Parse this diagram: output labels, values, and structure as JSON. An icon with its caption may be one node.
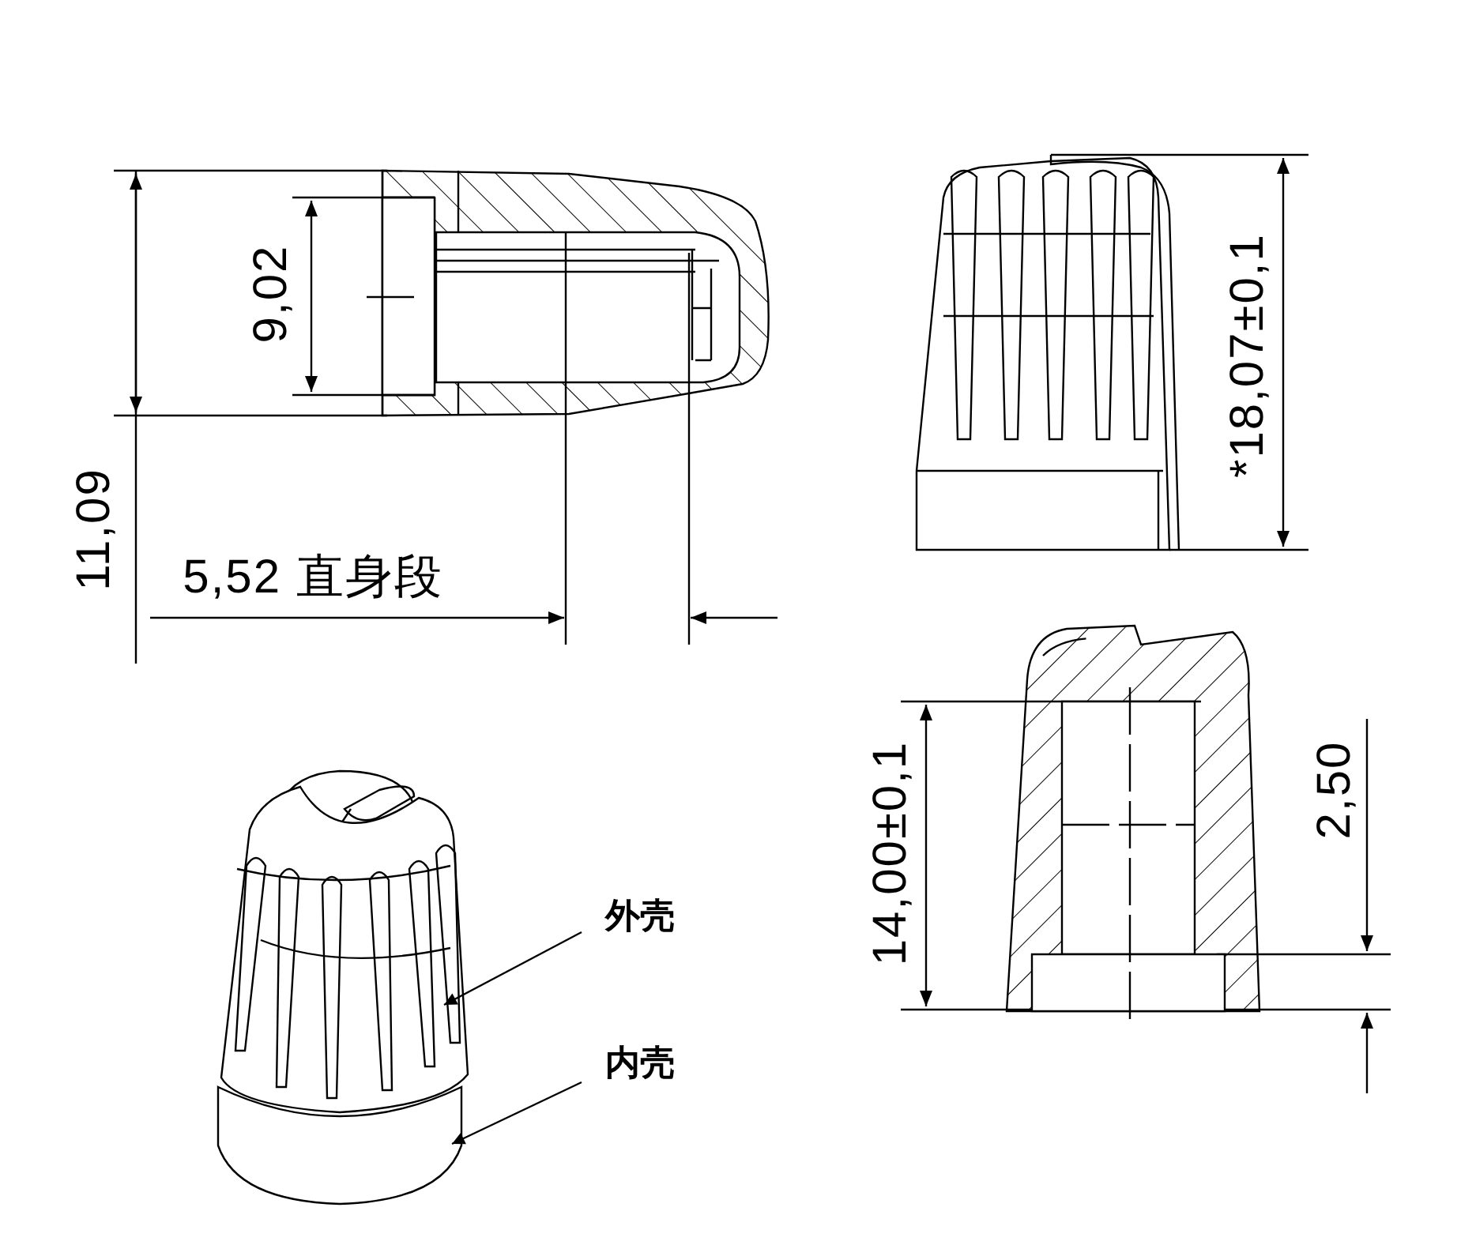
{
  "diagram": {
    "nodes": [
      {
        "text": [
          "外壳"
        ]
      },
      {
        "text": [
          "内壳"
        ]
      },
      {
        "text": [],
        "shape": "picture"
      },
      {
        "text": [],
        "shape": "picture"
      }
    ],
    "edges": [
      {
        "from": 0,
        "to": 2,
        "arrow": "to"
      },
      {
        "from": 1,
        "to": 3,
        "arrow": "to"
      }
    ],
    "labels": [
      "9,02",
      "*18,07±0,1",
      "11,09",
      "5,52 直身段",
      "14,00±0,1",
      "2,50"
    ]
  }
}
